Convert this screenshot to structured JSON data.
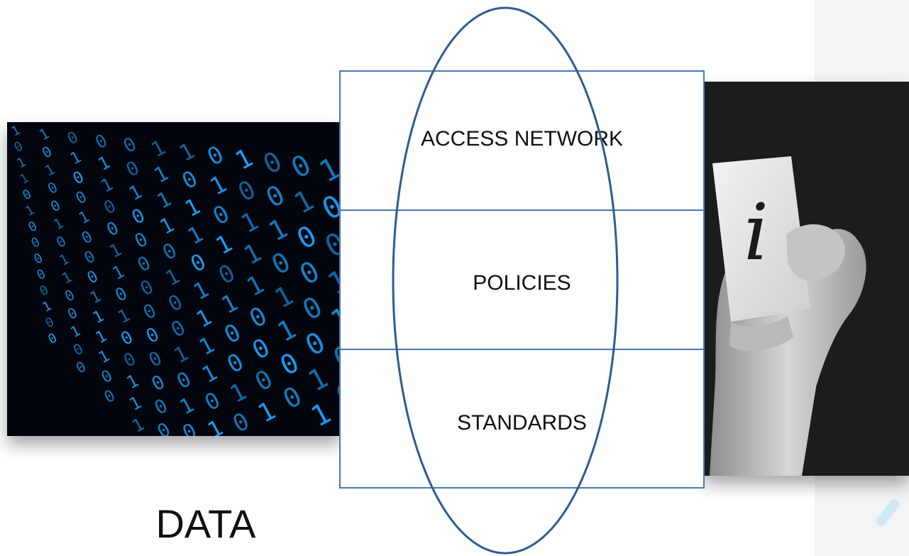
{
  "diagram": {
    "layers": [
      {
        "label": "ACCESS NETWORK"
      },
      {
        "label": "POLICIES"
      },
      {
        "label": "STANDARDS"
      }
    ],
    "caption": "DATA",
    "hand_card_glyph": "i"
  },
  "colors": {
    "box_border": "#4a77b4",
    "ellipse_stroke": "#2f5b8f",
    "binary_glow": "#1aa3ff"
  },
  "icons": {
    "binary_image": "binary-code-image",
    "hand_image": "hand-holding-card-image"
  }
}
